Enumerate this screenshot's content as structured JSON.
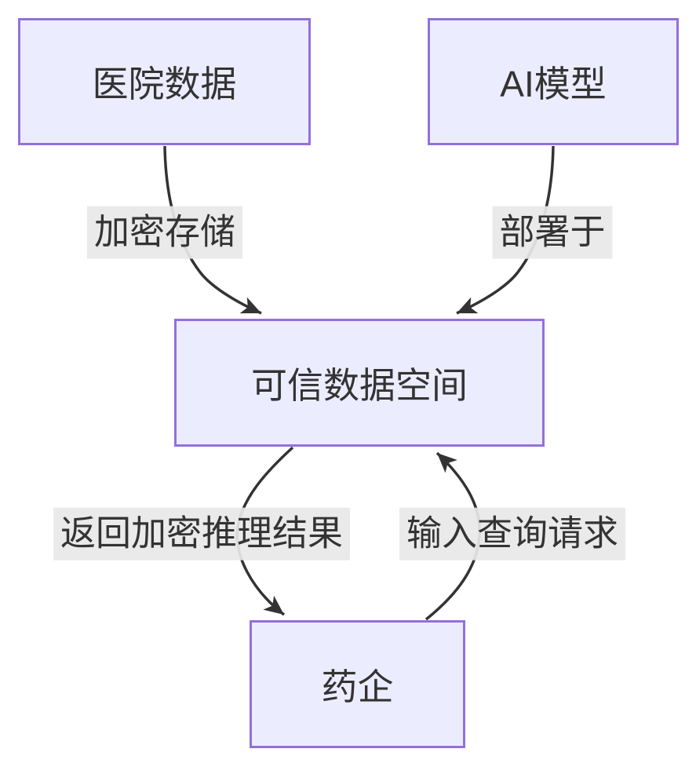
{
  "diagram": {
    "type": "flowchart",
    "direction": "top-down",
    "nodes": [
      {
        "id": "hospital-data",
        "label": "医院数据"
      },
      {
        "id": "ai-model",
        "label": "AI模型"
      },
      {
        "id": "trusted-data-space",
        "label": "可信数据空间"
      },
      {
        "id": "pharma-company",
        "label": "药企"
      }
    ],
    "edges": [
      {
        "from": "hospital-data",
        "to": "trusted-data-space",
        "label": "加密存储"
      },
      {
        "from": "ai-model",
        "to": "trusted-data-space",
        "label": "部署于"
      },
      {
        "from": "trusted-data-space",
        "to": "pharma-company",
        "label": "返回加密推理结果"
      },
      {
        "from": "pharma-company",
        "to": "trusted-data-space",
        "label": "输入查询请求"
      }
    ],
    "colors": {
      "node_fill": "#ECECFF",
      "node_border": "#9370DB",
      "edge_line": "#333333",
      "edge_label_bg": "#E8E8E8",
      "text": "#333333",
      "background": "#FFFFFF"
    }
  }
}
